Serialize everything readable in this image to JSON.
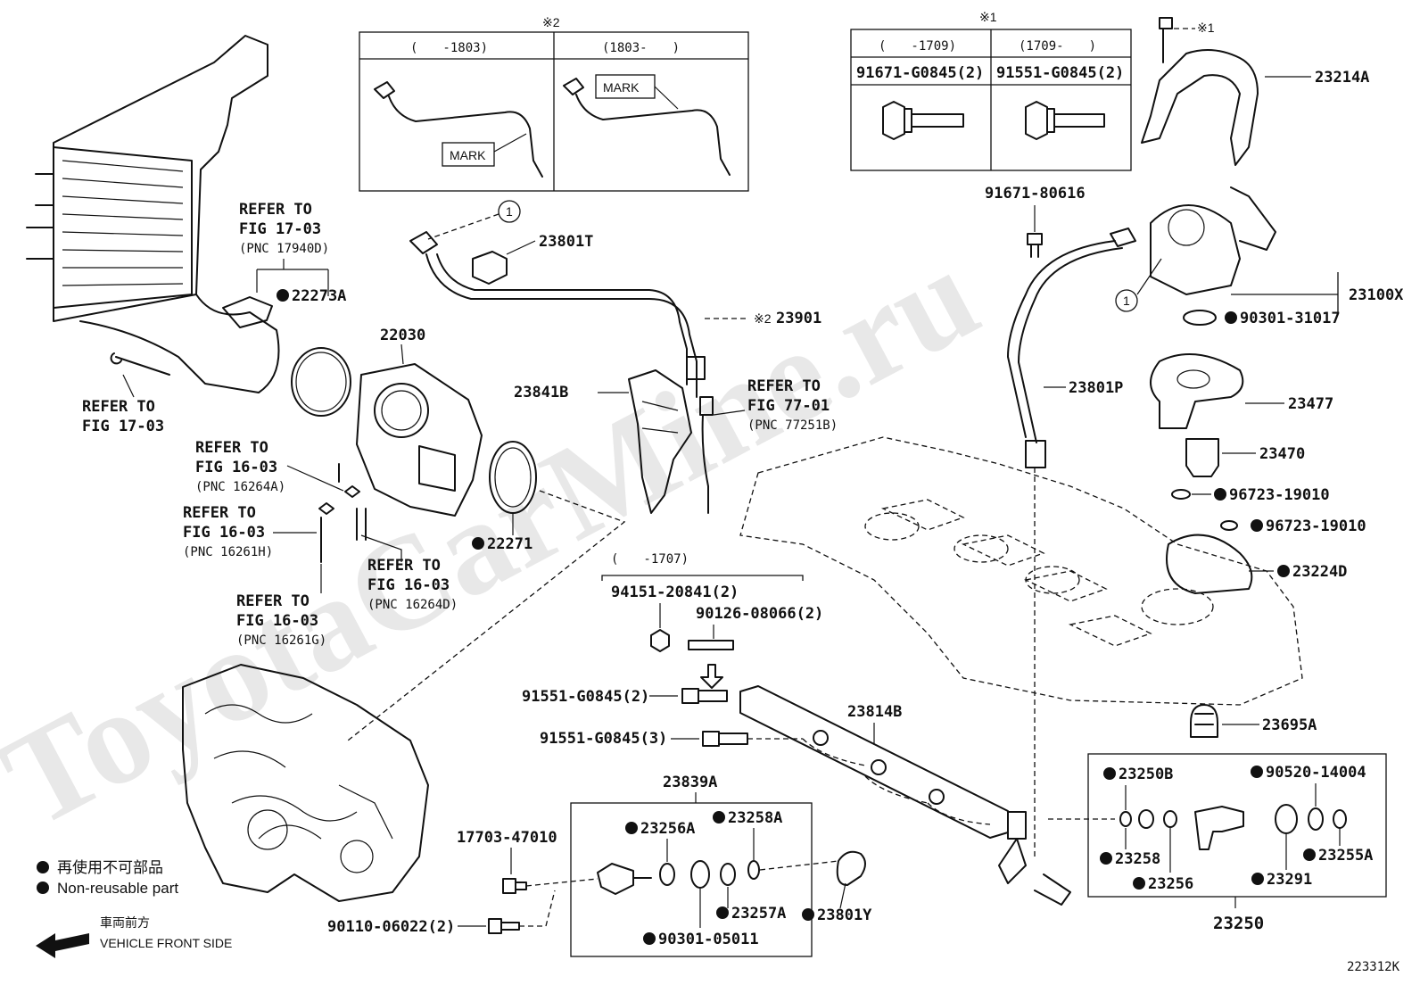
{
  "watermark": "ToyotaCarMine.ru",
  "figure_code": "223312K",
  "legend": {
    "jp_text": "再使用不可部品",
    "en_text": "Non-reusable part"
  },
  "front": {
    "jp_text": "車両前方",
    "en_text": "VEHICLE FRONT SIDE"
  },
  "note_boxes": {
    "note2": {
      "mark": "※2",
      "left_header": "(　　-1803)",
      "right_header": "(1803-　　)",
      "left_mark": "MARK",
      "right_mark": "MARK"
    },
    "note1": {
      "mark": "※1",
      "left_header": "(　　-1709)",
      "right_header": "(1709-　　)",
      "left_part": "91671-G0845(2)",
      "right_part": "91551-G0845(2)"
    }
  },
  "refer_notes": {
    "r1": [
      "REFER TO",
      "FIG 17-03",
      "(PNC 17940D)"
    ],
    "r2": [
      "REFER TO",
      "FIG 17-03"
    ],
    "r3": [
      "REFER TO",
      "FIG 16-03",
      "(PNC 16264A)"
    ],
    "r4": [
      "REFER TO",
      "FIG 16-03",
      "(PNC 16261H)"
    ],
    "r5": [
      "REFER TO",
      "FIG 16-03",
      "(PNC 16264D)"
    ],
    "r6": [
      "REFER TO",
      "FIG 16-03",
      "(PNC 16261G)"
    ],
    "r7": [
      "REFER TO",
      "FIG 77-01",
      "(PNC 77251B)"
    ]
  },
  "parts": {
    "p22273A": "22273A",
    "p22030": "22030",
    "p22271": "22271",
    "p23801T": "23801T",
    "p23901": "23901",
    "p23901_mark": "※2",
    "p23841B": "23841B",
    "p23214A": "23214A",
    "p23214A_mark": "※1",
    "p91671_80616": "91671-80616",
    "p23100X": "23100X",
    "p90301_31017": "90301-31017",
    "p23801P": "23801P",
    "p23477": "23477",
    "p23470": "23470",
    "p96723_a": "96723-19010",
    "p96723_b": "96723-19010",
    "p23224D": "23224D",
    "p1707": "(　　-1707)",
    "p94151": "94151-20841(2)",
    "p90126": "90126-08066(2)",
    "p91551_2": "91551-G0845(2)",
    "p91551_3": "91551-G0845(3)",
    "p23814B": "23814B",
    "p23695A": "23695A",
    "p23839A": "23839A",
    "p23256A": "23256A",
    "p23258A": "23258A",
    "p17703": "17703-47010",
    "p90110": "90110-06022(2)",
    "p23257A": "23257A",
    "p90301_05011": "90301-05011",
    "p23801Y": "23801Y",
    "p23250B": "23250B",
    "p90520": "90520-14004",
    "p23258": "23258",
    "p23256": "23256",
    "p23291": "23291",
    "p23255A": "23255A",
    "p23250": "23250",
    "circle_ref_1": "1",
    "circle_ref_2": "1"
  }
}
